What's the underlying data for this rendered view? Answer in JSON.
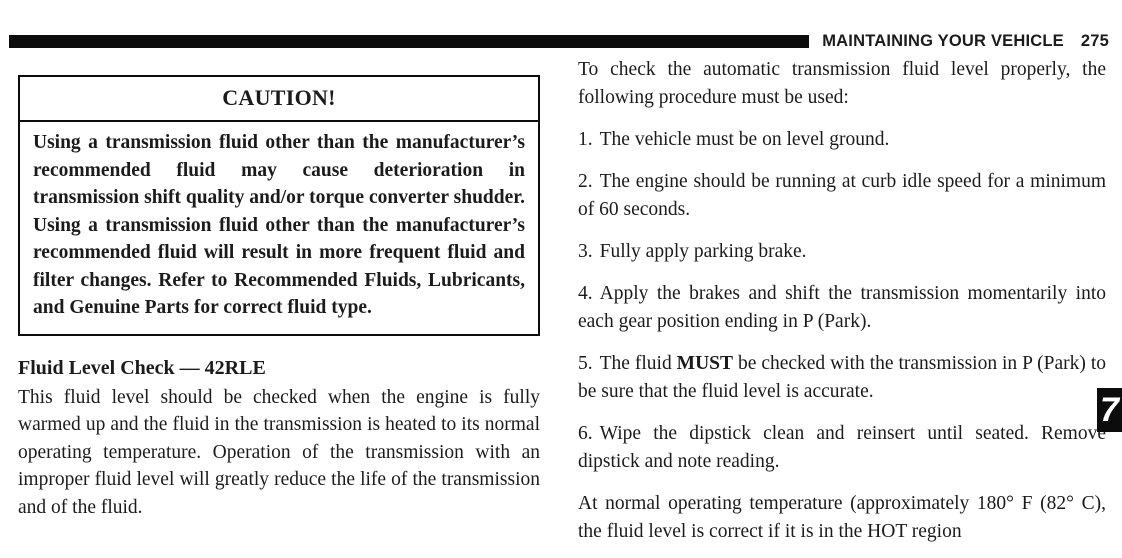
{
  "header": {
    "title": "MAINTAINING YOUR VEHICLE",
    "page_number": "275"
  },
  "caution": {
    "title": "CAUTION!",
    "body": "Using a transmission fluid other than the manufacturer’s recommended fluid may cause deterioration in transmission shift quality and/or torque converter shudder. Using a transmission fluid other than the manufacturer’s recommended fluid will result in more frequent fluid and filter changes. Refer to Recommended Fluids, Lubricants, and Genuine Parts for correct fluid type."
  },
  "section": {
    "heading": "Fluid Level Check — 42RLE",
    "body": "This fluid level should be checked when the engine is fully warmed up and the fluid in the transmission is heated to its normal operating temperature. Operation of the transmission with an improper fluid level will greatly reduce the life of the transmission and of the fluid."
  },
  "procedure": {
    "intro": "To check the automatic transmission fluid level properly, the following procedure must be used:",
    "steps": [
      {
        "number": "1.",
        "text": "The vehicle must be on level ground."
      },
      {
        "number": "2.",
        "text": "The engine should be running at curb idle speed for a minimum of 60 seconds."
      },
      {
        "number": "3.",
        "text": "Fully apply parking brake."
      },
      {
        "number": "4.",
        "text": "Apply the brakes and shift the transmission momentarily into each gear position ending in P (Park)."
      },
      {
        "number": "5.",
        "pre": "The fluid",
        "bold": "MUST",
        "post": "be checked with the transmission in P (Park) to be sure that the fluid level is accurate."
      },
      {
        "number": "6.",
        "text": "Wipe the dipstick clean and reinsert until seated. Remove dipstick and note reading."
      }
    ],
    "outro": "At normal operating temperature (approximately 180° F (82° C), the fluid level is correct if it is in the HOT region"
  },
  "chapter_tab": {
    "label": "7"
  }
}
